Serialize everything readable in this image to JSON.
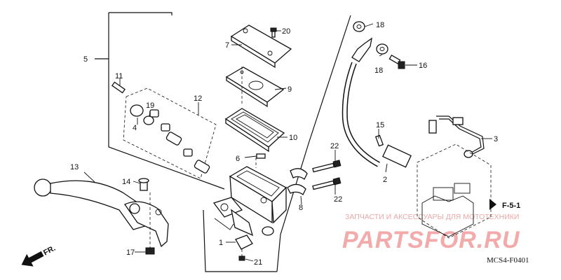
{
  "callouts": {
    "n1": "1",
    "n2": "2",
    "n3": "3",
    "n4": "4",
    "n5": "5",
    "n6": "6",
    "n7": "7",
    "n8": "8",
    "n9": "9",
    "n10": "10",
    "n11": "11",
    "n12": "12",
    "n13": "13",
    "n14": "14",
    "n15": "15",
    "n16": "16",
    "n17": "17",
    "n18a": "18",
    "n18b": "18",
    "n19": "19",
    "n20": "20",
    "n21": "21",
    "n22a": "22",
    "n22b": "22"
  },
  "reference": {
    "label": "F-5-1"
  },
  "direction": {
    "label": "FR."
  },
  "diagram_code": "MCS4-F0401",
  "watermark": {
    "top_text": "ЗАПЧАСТИ И АКСЕССУАРЫ ДЛЯ МОТОТЕХНИКИ",
    "logo_text": "PARTSFOR.RU"
  }
}
